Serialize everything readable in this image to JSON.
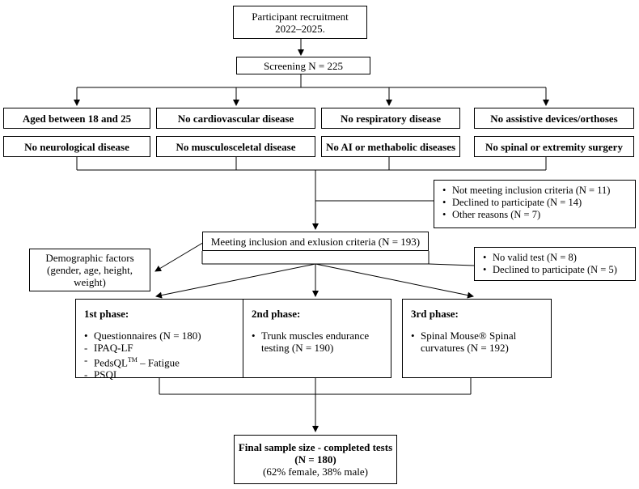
{
  "recruitment": {
    "line1": "Participant recruitment",
    "line2": "2022–2025."
  },
  "screening": {
    "label": "Screening N = 225"
  },
  "criteria_row1": [
    "Aged between 18 and 25",
    "No cardiovascular disease",
    "No respiratory disease",
    "No assistive devices/orthoses"
  ],
  "criteria_row2": [
    "No neurological disease",
    "No musculosceletal disease",
    "No AI or methabolic diseases",
    "No spinal  or extremity surgery"
  ],
  "exclusions1": [
    "Not meeting inclusion criteria (N = 11)",
    "Declined to participate (N = 14)",
    "Other reasons (N = 7)"
  ],
  "meeting": {
    "label": "Meeting inclusion and exlusion criteria (N = 193)"
  },
  "demographic": {
    "line1": "Demographic factors",
    "line2": "(gender, age, height,",
    "line3": "weight)"
  },
  "exclusions2": [
    "No valid test (N = 8)",
    "Declined to participate (N = 5)"
  ],
  "phase1": {
    "title": "1st phase:",
    "bullet": "Questionnaires (N = 180)",
    "items": [
      "IPAQ-LF",
      "PSQI"
    ],
    "peds_prefix": "PedsQL",
    "peds_sup": "TM",
    "peds_suffix": " – Fatigue"
  },
  "phase2": {
    "title": "2nd phase:",
    "bullet_line1": "Trunk muscles endurance",
    "bullet_line2": "testing (N = 190)"
  },
  "phase3": {
    "title": "3rd phase:",
    "bullet_line1": "Spinal Mouse® Spinal",
    "bullet_line2": "curvatures (N = 192)"
  },
  "final": {
    "line1": "Final sample size - completed tests",
    "line2": "(N = 180)",
    "line3": "(62% female, 38% male)"
  }
}
